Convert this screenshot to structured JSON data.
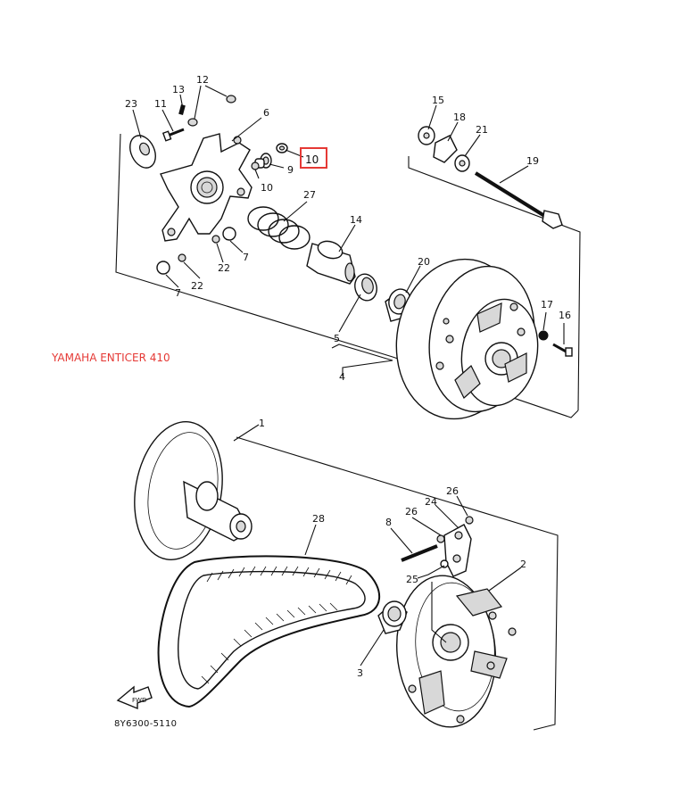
{
  "model_label": "YAMAHA ENTICER 410",
  "diagram_code": "8Y6300-5110",
  "fwd_label": "FWD",
  "highlight": {
    "part": "10",
    "color": "#e53935"
  },
  "callouts": {
    "c23": "23",
    "c11": "11",
    "c13": "13",
    "c12": "12",
    "c6": "6",
    "c10a": "10",
    "c9": "9",
    "c10b": "10",
    "c27": "27",
    "c14": "14",
    "c15": "15",
    "c18": "18",
    "c21": "21",
    "c19": "19",
    "c20": "20",
    "c5": "5",
    "c4": "4",
    "c17": "17",
    "c16": "16",
    "c22a": "22",
    "c7a": "7",
    "c22b": "22",
    "c7b": "7",
    "c1": "1",
    "c28": "28",
    "c8": "8",
    "c24": "24",
    "c26a": "26",
    "c26b": "26",
    "c25": "25",
    "c2": "2",
    "c3": "3"
  }
}
